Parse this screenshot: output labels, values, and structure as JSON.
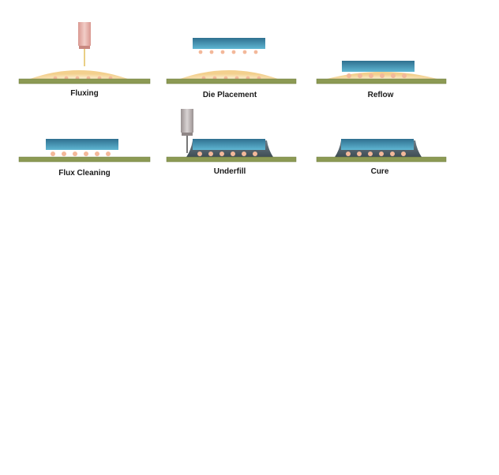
{
  "diagram": {
    "steps": [
      {
        "id": "fluxing",
        "label": "Fluxing"
      },
      {
        "id": "die-placement",
        "label": "Die Placement"
      },
      {
        "id": "reflow",
        "label": "Reflow"
      },
      {
        "id": "flux-cleaning",
        "label": "Flux Cleaning"
      },
      {
        "id": "underfill",
        "label": "Underfill"
      },
      {
        "id": "cure",
        "label": "Cure"
      }
    ]
  },
  "colors": {
    "substrate": "#8c9a54",
    "substrate_edge": "#6f7b3e",
    "die_top": "#2f6f8f",
    "die_bottom": "#5fb6d2",
    "bump": "#f3b89a",
    "flux_outer": "#f6d9a4",
    "flux_inner": "#fbe9c8",
    "underfill": "#5a6a74",
    "nozzle_pink": "#e8b4ae",
    "nozzle_grey": "#b9b3b3",
    "needle_flux": "#e9cf85",
    "needle_grey": "#777777"
  }
}
